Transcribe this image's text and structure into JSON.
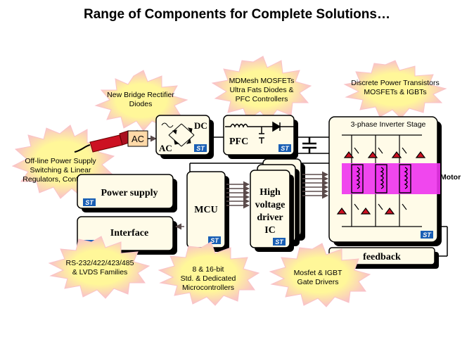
{
  "slide": {
    "title": "Range of Components for Complete Solutions…"
  },
  "callouts": {
    "bridge": [
      "New Bridge Rectifier",
      "Diodes"
    ],
    "mosfet": [
      "MDMesh MOSFETs",
      "Ultra Fats Diodes &",
      "PFC Controllers"
    ],
    "discrete": [
      "Discrete Power Transistors",
      "MOSFETs & IGBTs"
    ],
    "offline": [
      "Off-line Power Supply",
      "Switching & Linear",
      "Regulators, Controllers"
    ],
    "rs232": [
      "RS-232/422/423/485",
      "& LVDS Families"
    ],
    "micro": [
      "8 & 16-bit",
      "Std. & Dedicated",
      "Microcontrollers"
    ],
    "gate": [
      "Mosfet & IGBT",
      "Gate Drivers"
    ]
  },
  "blocks": {
    "ac_label": "AC",
    "rect_dc": "DC",
    "rect_ac": "AC",
    "pfc": "PFC",
    "power_supply": "Power supply",
    "interface": "Interface",
    "mcu": "MCU",
    "driver": [
      "High",
      "voltage",
      "driver",
      "IC"
    ],
    "inverter": "3-phase Inverter Stage",
    "motor": "Motor",
    "feedback": "feedback",
    "logo": "ST"
  },
  "colors": {
    "block_fill": "#fffbe8",
    "shadow": "#000000",
    "starburst": "#fff799",
    "starburst_edge": "#f9c2c8",
    "motor": "#ee33ee",
    "plug": "#cc1122",
    "ac_box": "#ffd9a8",
    "arrow": "#5a4a4a",
    "logo": "#1a5fb4"
  }
}
